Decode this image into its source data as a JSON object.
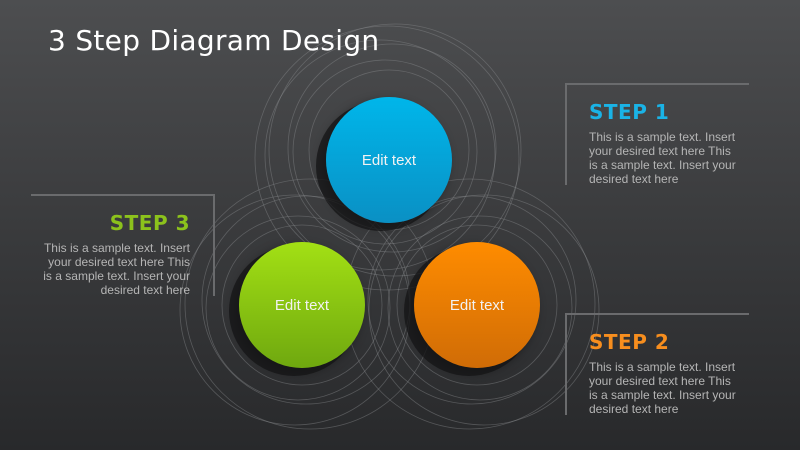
{
  "title": "3 Step Diagram Design",
  "colors": {
    "step1": "#1ab3e6",
    "step2": "#f78e1e",
    "step3": "#8cc21c",
    "background_top": "#4d4e50",
    "background_bottom": "#28292b"
  },
  "circles": {
    "blue": {
      "text": "Edit text"
    },
    "orange": {
      "text": "Edit text"
    },
    "green": {
      "text": "Edit text"
    }
  },
  "steps": {
    "step1": {
      "label": "STEP 1",
      "description": "This is a sample text. Insert your desired text here This is a sample text. Insert your desired text here"
    },
    "step2": {
      "label": "STEP 2",
      "description": "This is a sample text. Insert your desired text here This is a sample text. Insert your desired text here"
    },
    "step3": {
      "label": "STEP 3",
      "description": "This is a sample text. Insert your desired text here This is a sample text. Insert your desired text here"
    }
  }
}
